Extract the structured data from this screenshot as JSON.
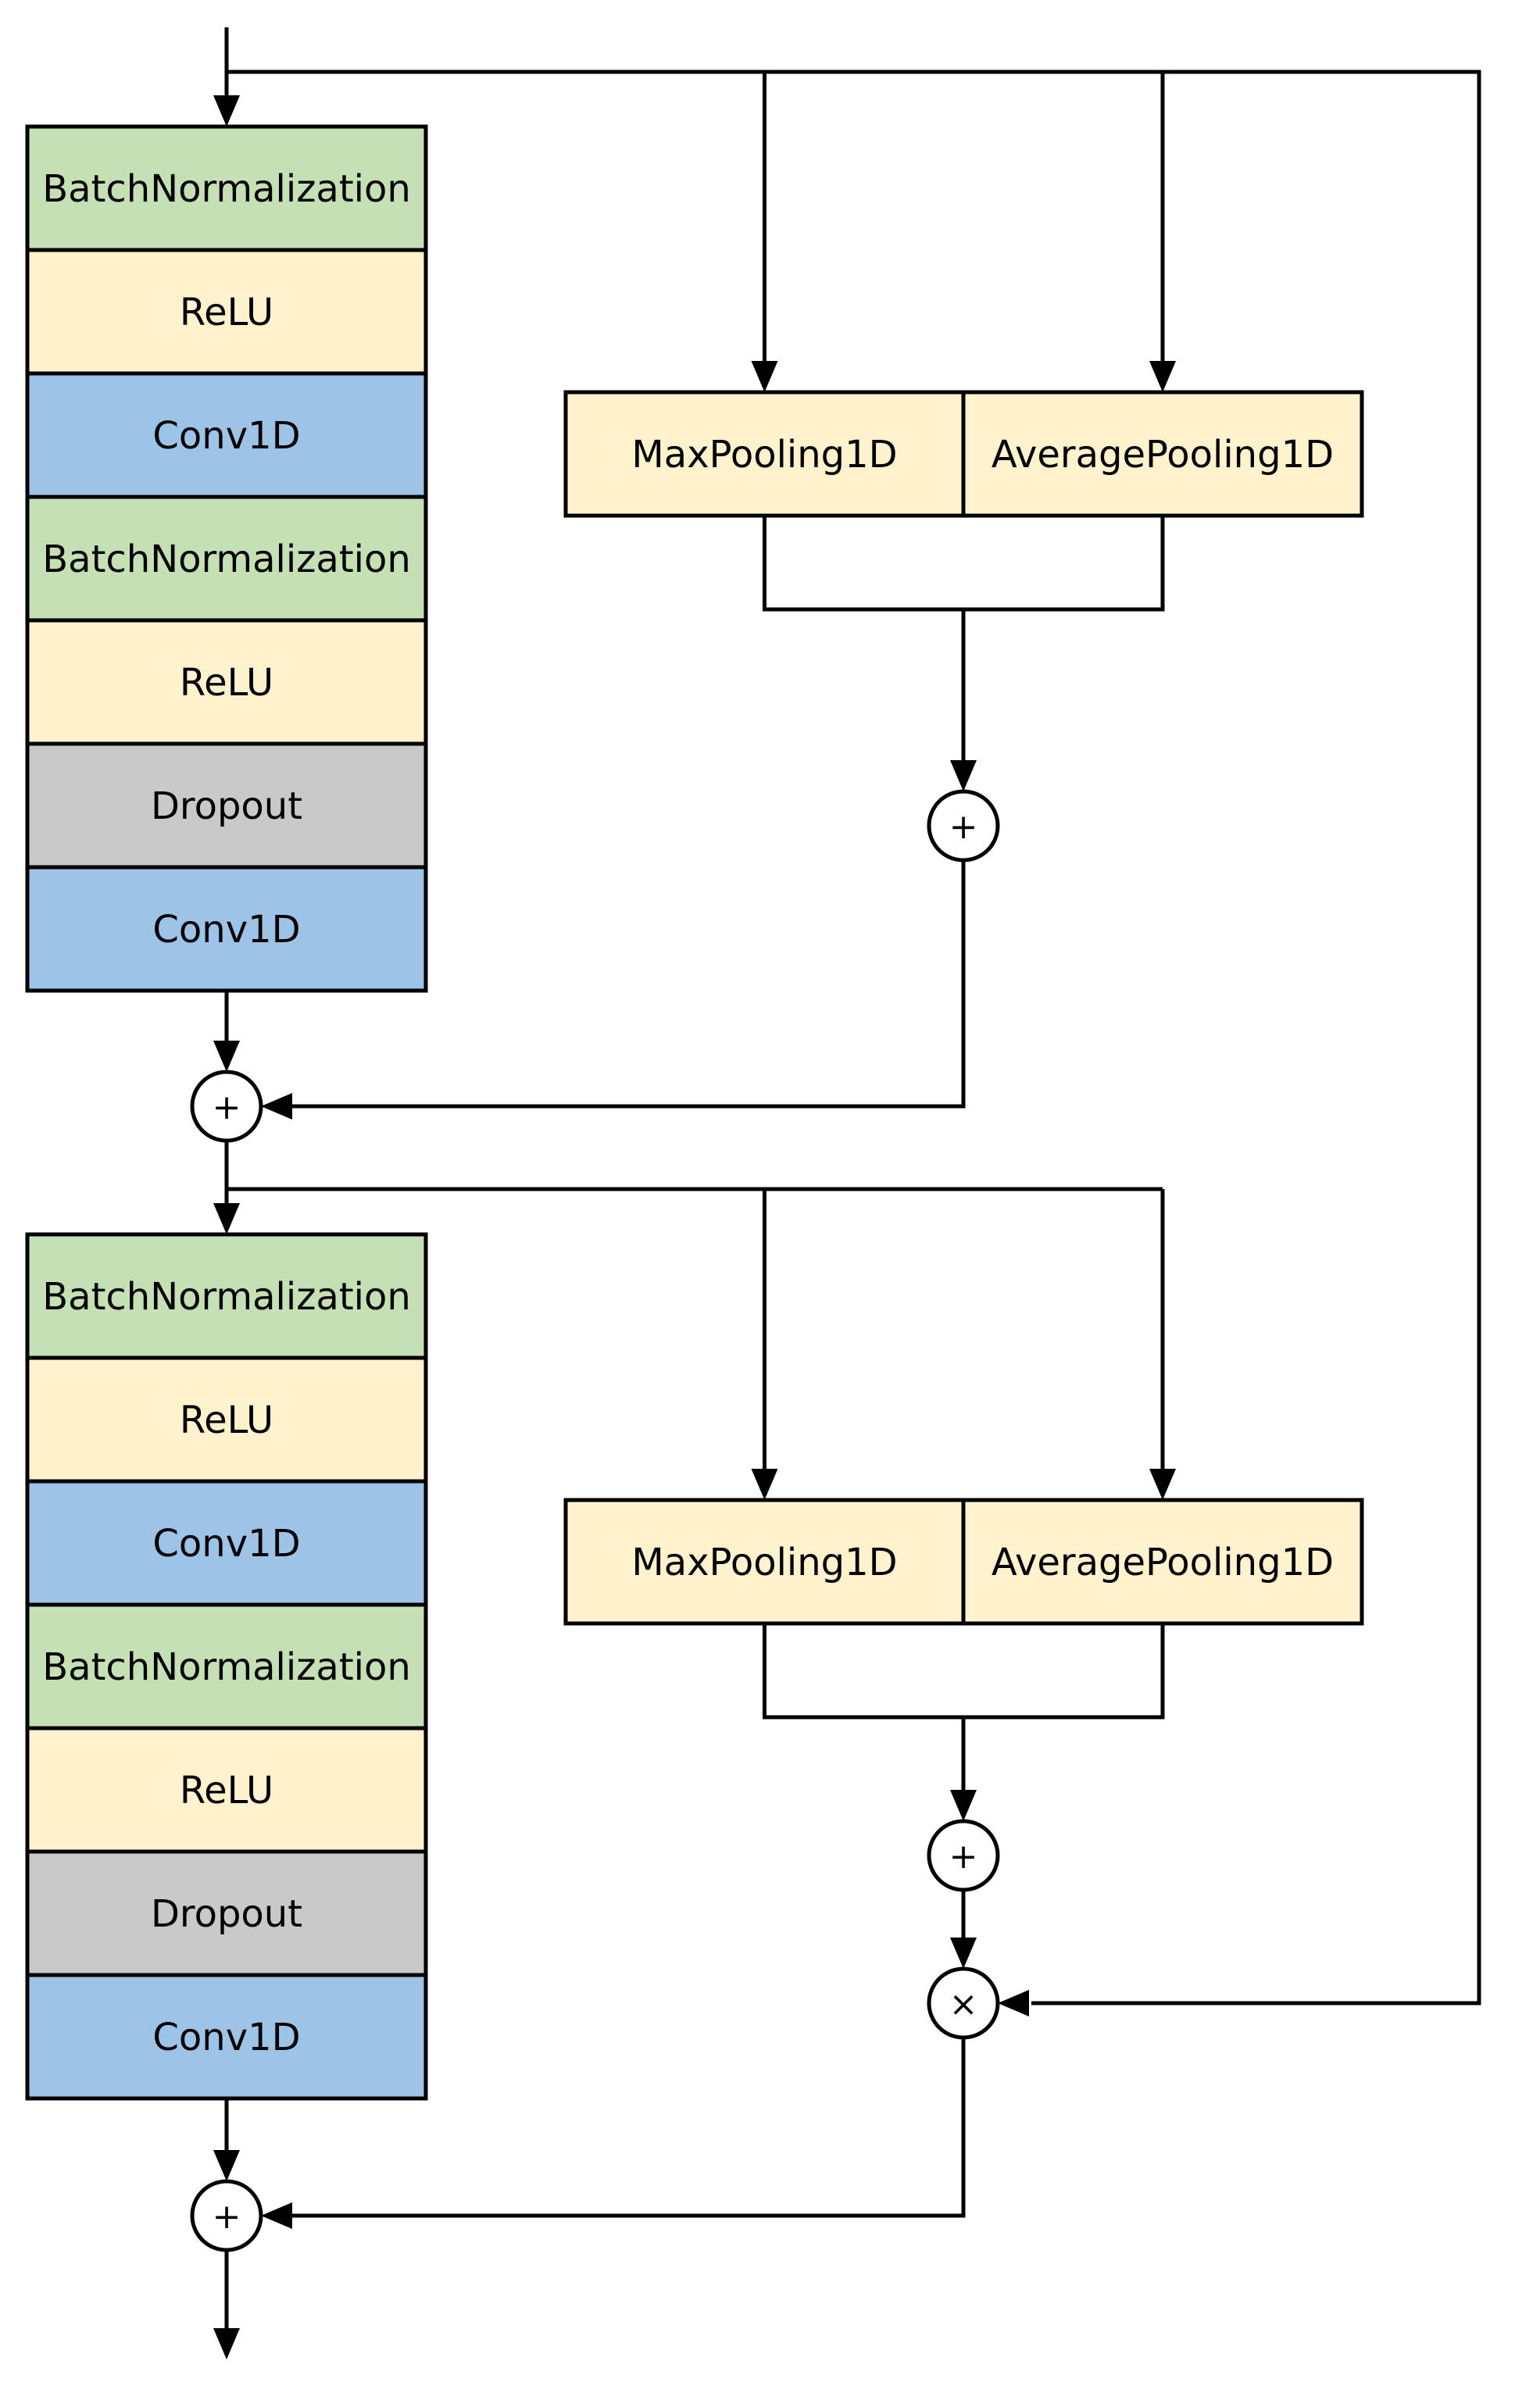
{
  "colors": {
    "batchnorm": "#c5e0b4",
    "relu": "#fff2cc",
    "conv": "#9dc3e6",
    "dropout": "#c9c9c9",
    "pooling": "#fff2cc",
    "line": "#000000"
  },
  "blocks": [
    {
      "layers": [
        {
          "label": "BatchNormalization",
          "kind": "batchnorm"
        },
        {
          "label": "ReLU",
          "kind": "relu"
        },
        {
          "label": "Conv1D",
          "kind": "conv"
        },
        {
          "label": "BatchNormalization",
          "kind": "batchnorm"
        },
        {
          "label": "ReLU",
          "kind": "relu"
        },
        {
          "label": "Dropout",
          "kind": "dropout"
        },
        {
          "label": "Conv1D",
          "kind": "conv"
        }
      ],
      "pooling": {
        "max": "MaxPooling1D",
        "avg": "AveragePooling1D"
      },
      "pool_sum_symbol": "+",
      "merge_symbol": "+"
    },
    {
      "layers": [
        {
          "label": "BatchNormalization",
          "kind": "batchnorm"
        },
        {
          "label": "ReLU",
          "kind": "relu"
        },
        {
          "label": "Conv1D",
          "kind": "conv"
        },
        {
          "label": "BatchNormalization",
          "kind": "batchnorm"
        },
        {
          "label": "ReLU",
          "kind": "relu"
        },
        {
          "label": "Dropout",
          "kind": "dropout"
        },
        {
          "label": "Conv1D",
          "kind": "conv"
        }
      ],
      "pooling": {
        "max": "MaxPooling1D",
        "avg": "AveragePooling1D"
      },
      "pool_sum_symbol": "+",
      "multiply_symbol": "×",
      "merge_symbol": "+"
    }
  ]
}
